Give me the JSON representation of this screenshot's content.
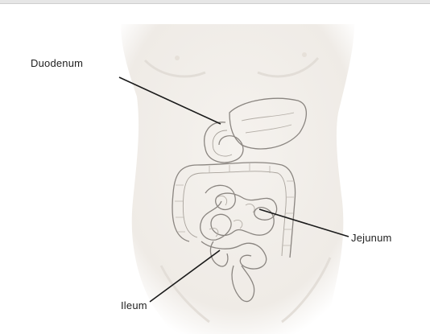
{
  "labels": {
    "duodenum": "Duodenum",
    "jejunum": "Jejunum",
    "ileum": "Ileum"
  },
  "colors": {
    "skin": "#f2eeea",
    "outline": "#8a8580",
    "pointer": "#1a1a1a"
  }
}
